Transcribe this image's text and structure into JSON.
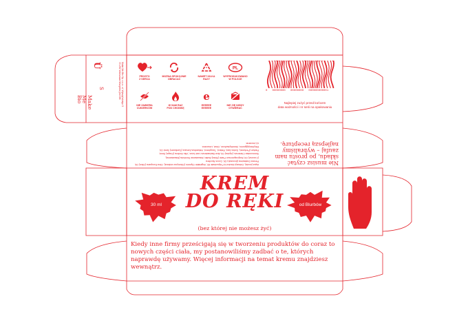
{
  "brand": {
    "logo_letter": "Ü",
    "name_lines": [
      "Make",
      "Me",
      "Bio"
    ],
    "size_label": "S",
    "address_lines": [
      "Make Me Bio Sp. z o.o. ul. Wyszyńskiego 5",
      "00-252 Warszawa Wszystko jest OK"
    ]
  },
  "icons": {
    "row1": [
      {
        "icon": "heart-arrow-icon",
        "label_lines": [
          "PROSTO",
          "Z SERCA"
        ]
      },
      {
        "icon": "recycle-circle-icon",
        "label_lines": [
          "MOŻNA SPOKOJNIE",
          "OBRACAĆ"
        ]
      },
      {
        "icon": "recycle-triangle-icon",
        "label_lines": [
          "NAWET KILKA",
          "RAZY"
        ]
      },
      {
        "icon": "pl-oval-icon",
        "label_lines": [
          "WYPRODUKOWANO",
          "W POLSCE"
        ]
      }
    ],
    "row2": [
      {
        "icon": "no-sugar-icon",
        "label_lines": [
          "NIE ZAWIERA",
          "CUKIERKÓW"
        ]
      },
      {
        "icon": "flame-icon",
        "label_lines": [
          "W SAM RAZ",
          "POD CHOINKĘ"
        ]
      },
      {
        "icon": "e-circle-icon",
        "label_lines": [
          "EEEEEE",
          "EEEEEE"
        ]
      },
      {
        "icon": "no-ugly-icon",
        "label_lines": [
          "NIE ZIĘ NIGDY",
          "OTWIERAĆ"
        ]
      }
    ]
  },
  "barcode": {
    "numbers": [
      "0",
      "00000000",
      "00000000",
      "000000000001"
    ],
    "note_lines": [
      "Najlepiej zużyć przed końcem",
      "data ważności i nr serii na opakowaniu"
    ]
  },
  "upside_panel": {
    "heading_lines": [
      "Nie musisz czytać",
      "składu, po prostu nam",
      "zaufaj – wybraliśmy",
      "najlepszą recepturę."
    ],
    "ingredients_lines": [
      "Aqua (woda), Cetearyl Alcohol & Polysorbate 60, Vegetable Glycerin (Gliceryna roślinna), Olea Europaea (Olive) Oil, Persea Gratissima (Avocado) Oil, Cocos Nucifera",
      "(Coconut) Oil, Butyrospermum Parkii (Shea) Butter, Macadamia Ternifolia (Macadamia),",
      "Simmondsia Chinensis (Jojoba) Oil, Aloe Barbadensis Leaf Juice, Vitis Vinifera (Grape) Seed,",
      "Parfum (Perfume), Sorbic Acid, Retinol, Tocopherol, Helianthus Annuus (Sunflower) Seed Oil,",
      "Ethylhexylglycerin, Dimethylsulfone, Citral, Limonene.",
      "d-Limonene."
    ]
  },
  "front": {
    "title_lines": [
      "KREM",
      "DO RĘKI"
    ],
    "subtitle": "(bez której nie możesz żyć)",
    "volume": "30 ml",
    "maker": "od Blurbów"
  },
  "bottom_text": "Kiedy inne firmy prześcigają się w tworzeniu produktów do coraz to nowych części ciała, my postanowiliśmy zadbać o te, których naprawdę używamy. Więcej informacji na temat kremu znajdziesz wewnątrz.",
  "colors": {
    "accent": "#e4232b",
    "background": "#ffffff"
  }
}
